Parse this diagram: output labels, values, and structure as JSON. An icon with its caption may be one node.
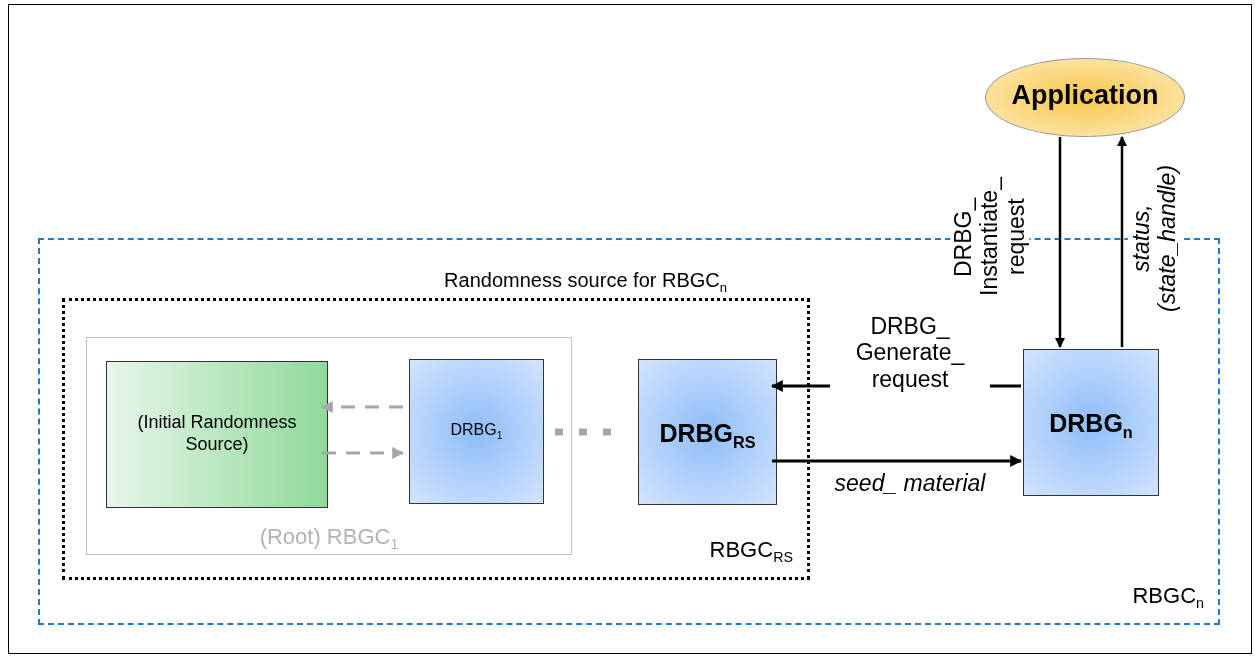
{
  "diagram": {
    "nodes": [
      {
        "text": [
          "RBGC$_{n}$"
        ]
      },
      {
        "text": [
          "Randomness source for RBGC$_{n}$",
          "RBGC$_{RS}$"
        ],
        "in": 0
      },
      {
        "text": [
          "(Root) RBGC$_{1}$"
        ],
        "in": 1
      },
      {
        "text": [
          "(Initial Randomness Source)"
        ],
        "in": 2
      },
      {
        "text": [
          "DRBG$_{1}$"
        ],
        "in": 2
      },
      {
        "text": [
          "DRBG$_{RS}$"
        ],
        "in": 1
      },
      {
        "text": [
          "DRBG$_{n}$"
        ],
        "in": 0
      },
      {
        "text": [
          "Application"
        ]
      }
    ],
    "edges": [
      {
        "from": 4,
        "to": 3,
        "arrow": "to",
        "style": "dashed",
        "color": "#a6a6a6"
      },
      {
        "from": 3,
        "to": 4,
        "arrow": "to",
        "style": "dashed",
        "color": "#a6a6a6"
      },
      {
        "from": 4,
        "to": 5,
        "arrow": "none",
        "style": "dashed",
        "color": "#a6a6a6"
      },
      {
        "from": 6,
        "to": 5,
        "arrow": "to",
        "label": "DRBG_ Generate_ request"
      },
      {
        "from": 5,
        "to": 6,
        "arrow": "to",
        "label": "seed_ material"
      },
      {
        "from": 7,
        "to": 6,
        "arrow": "to",
        "label": "DRBG_ Instantiate_ request"
      },
      {
        "from": 6,
        "to": 7,
        "arrow": "to",
        "label": "status, (state_handle)"
      }
    ]
  }
}
